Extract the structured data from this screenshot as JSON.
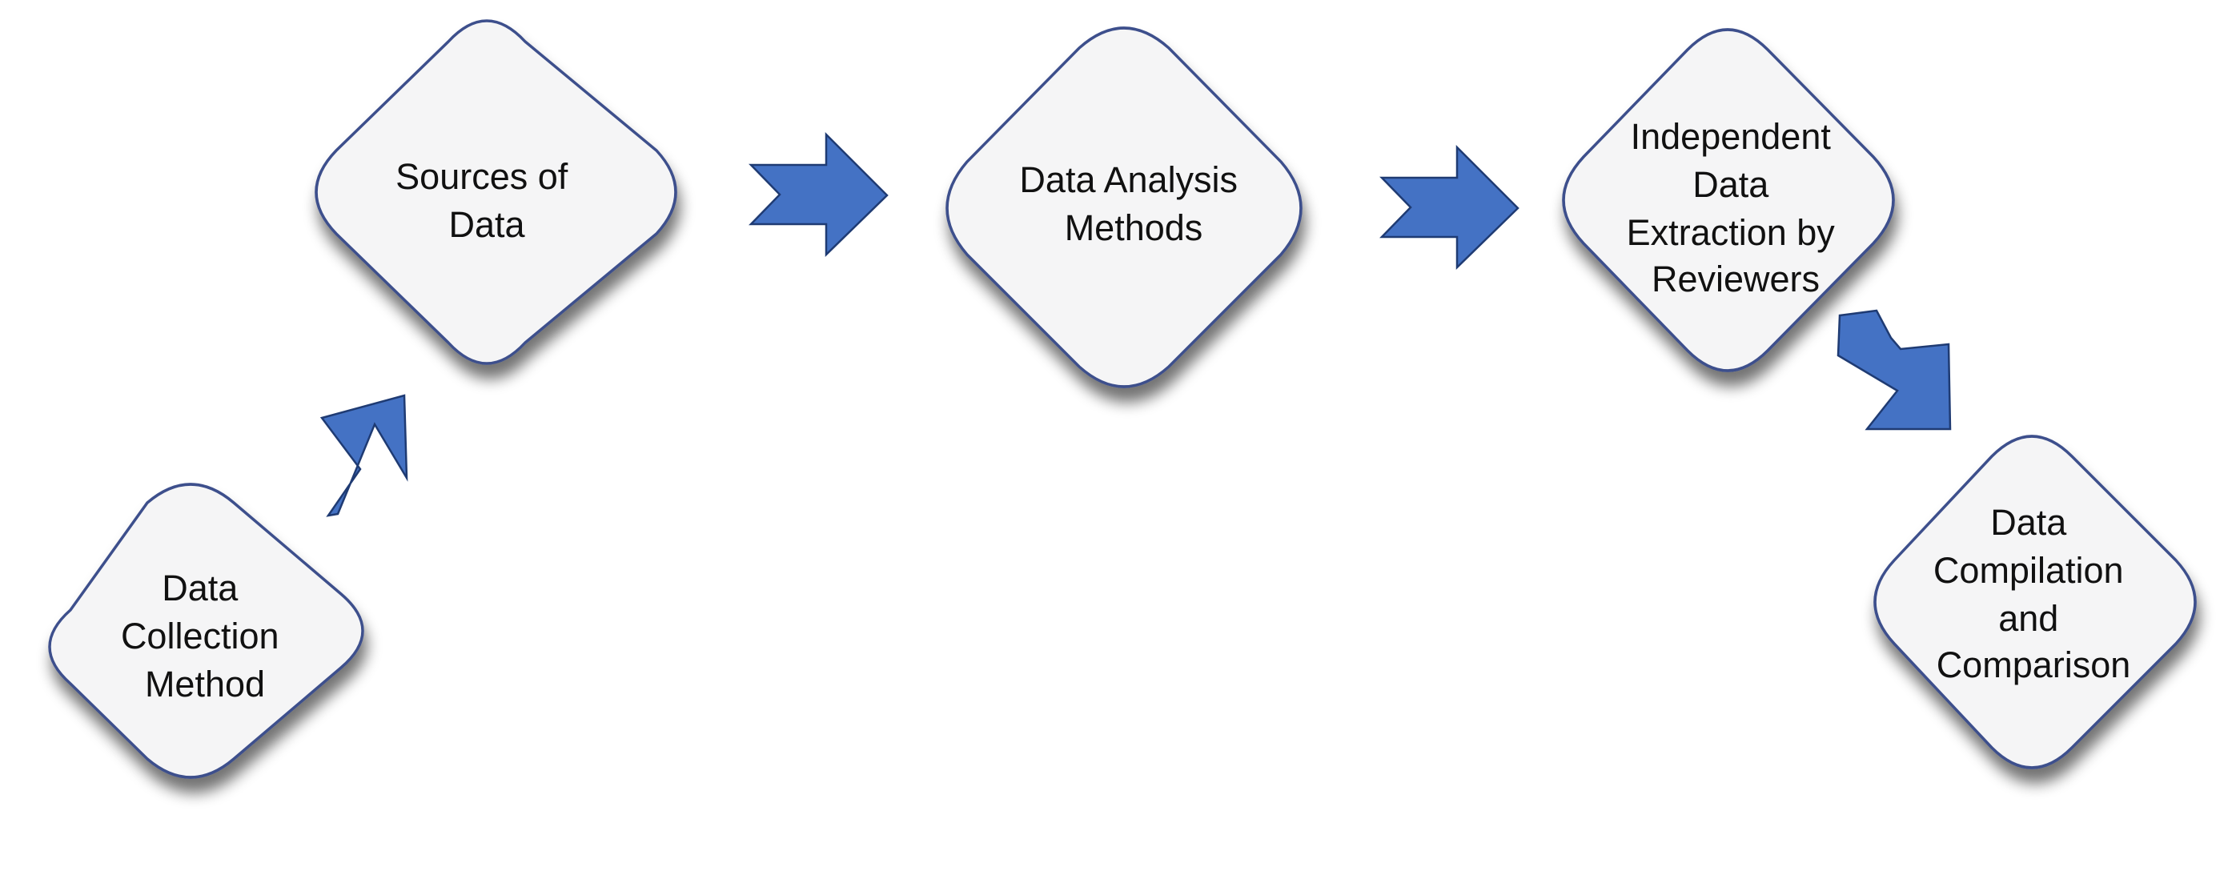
{
  "nodes": [
    {
      "id": "data-collection-method",
      "lines": [
        "Data",
        "Collection",
        "Method"
      ]
    },
    {
      "id": "sources-of-data",
      "lines": [
        "Sources of",
        "Data"
      ]
    },
    {
      "id": "data-analysis-methods",
      "lines": [
        "Data Analysis",
        "Methods"
      ]
    },
    {
      "id": "independent-data-extraction",
      "lines": [
        "Independent",
        "Data",
        "Extraction by",
        "Reviewers"
      ]
    },
    {
      "id": "data-compilation-comparison",
      "lines": [
        "Data",
        "Compilation",
        "and",
        "Comparison"
      ]
    }
  ],
  "colors": {
    "node_fill": "#f5f5f6",
    "node_border": "#3d4f8c",
    "arrow_fill": "#4472c4",
    "arrow_border": "#1f3b73",
    "text": "#111111"
  }
}
